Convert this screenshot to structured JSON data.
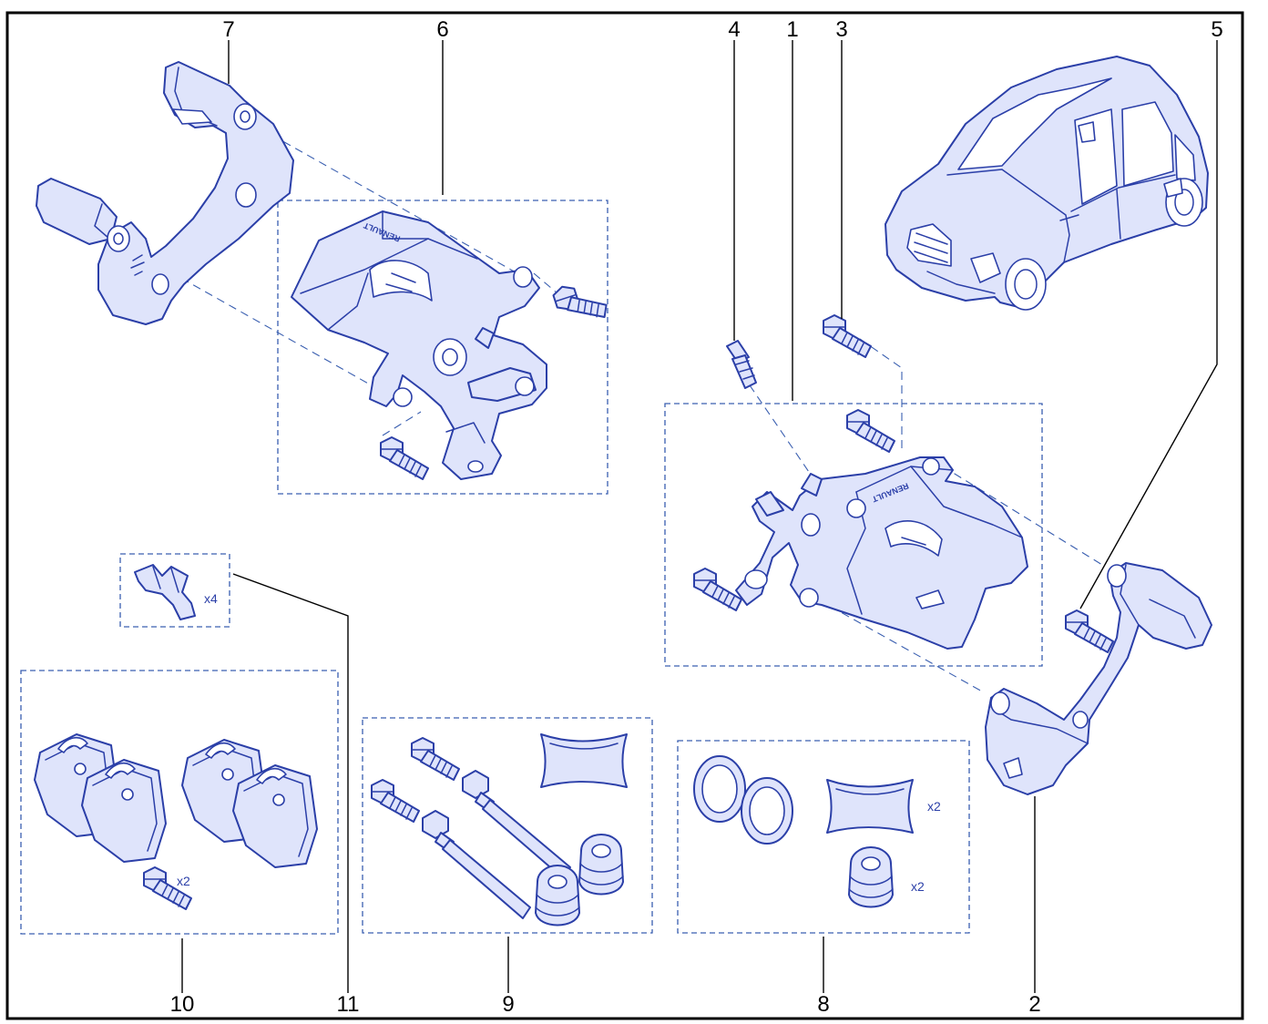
{
  "labels": {
    "l1": "1",
    "l2": "2",
    "l3": "3",
    "l4": "4",
    "l5": "5",
    "l6": "6",
    "l7": "7",
    "l8": "8",
    "l9": "9",
    "l10": "10",
    "l11": "11"
  },
  "quantities": {
    "clips": "x4",
    "pad_bolts": "x2",
    "seal_grease": "x2",
    "seal_boots": "x2"
  },
  "brand": {
    "logo_text_left": "RENAULT",
    "logo_text_right": "RENAULT"
  },
  "colors": {
    "line_art": "#2b3fa8",
    "fill": "#dfe4fb",
    "group_boxes": "#3a5fb0",
    "labels": "#000000"
  },
  "icons": {
    "car": "car-illustration",
    "caliper": "brake-caliper",
    "bracket": "caliper-bracket",
    "bolt": "bolt",
    "bleed_screw": "bleed-screw",
    "pads": "brake-pads",
    "seal": "piston-seal",
    "boot": "dust-boot",
    "grease": "grease-sachet",
    "clip": "spring-clip"
  }
}
